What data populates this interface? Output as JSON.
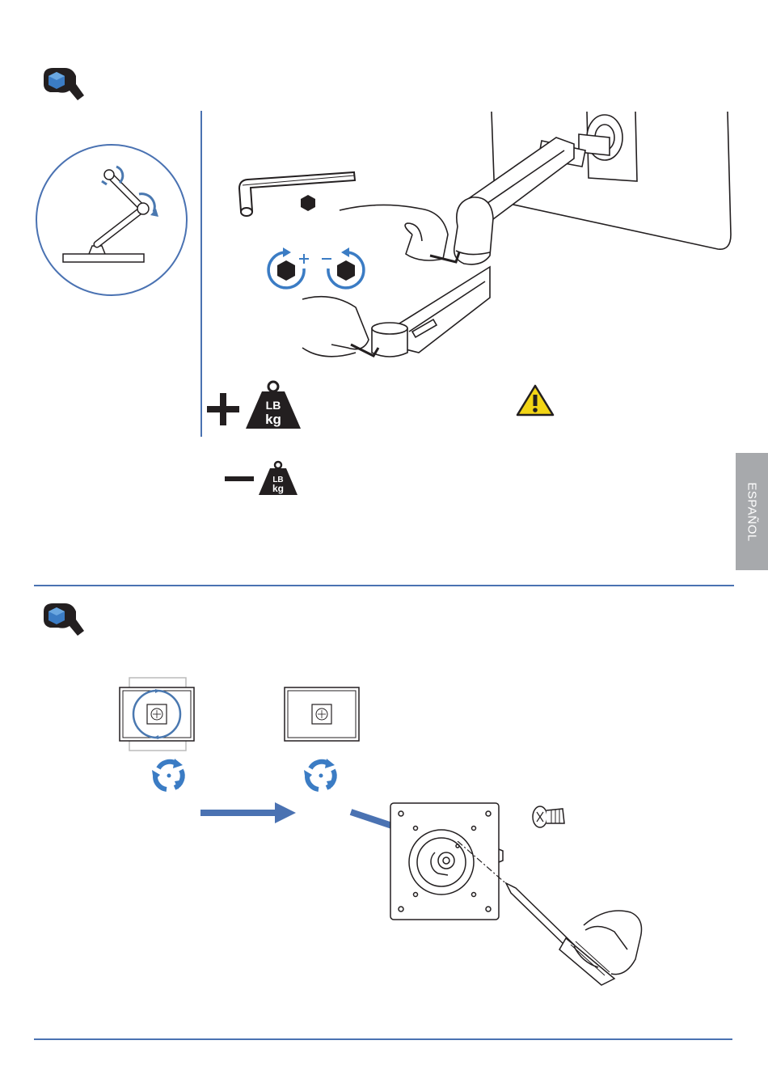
{
  "sidebar_tab": {
    "label": "ESPAÑOL"
  },
  "weight_icon": {
    "lb": "LB",
    "kg": "kg"
  },
  "colors": {
    "accent": "#4a78b0",
    "rule": "#4a72b2",
    "warning": "#f2d515",
    "tab": "#a7a9ac",
    "ink": "#231f20"
  },
  "icons": [
    "hand-tool-icon",
    "hex-key-icon",
    "increase-tension-icon",
    "decrease-tension-icon",
    "weight-icon",
    "warning-icon",
    "rotate-icon",
    "screw-icon",
    "screwdriver-icon"
  ]
}
